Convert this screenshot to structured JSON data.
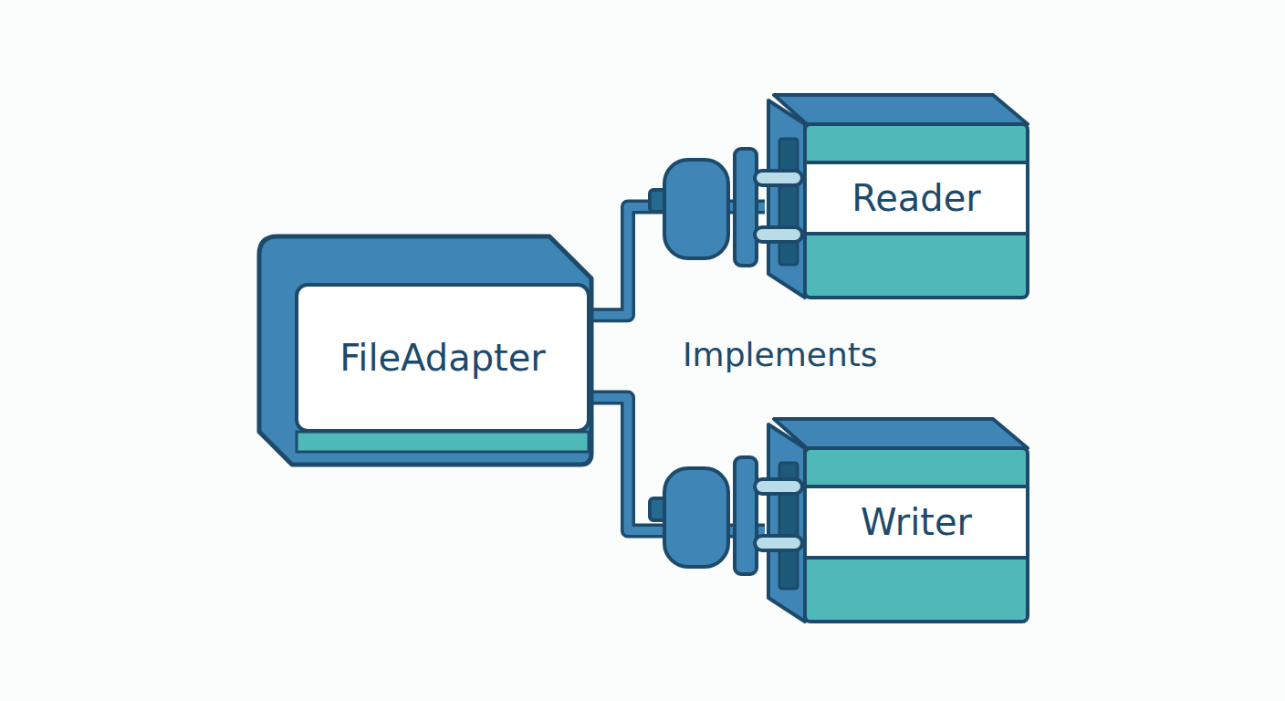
{
  "diagram": {
    "nodes": [
      {
        "text": [
          "FileAdapter"
        ]
      },
      {
        "text": [
          "Reader"
        ]
      },
      {
        "text": [
          "Writer"
        ]
      }
    ],
    "edges": [
      {
        "from": 0,
        "to": 1,
        "arrow": "none"
      },
      {
        "from": 0,
        "to": 2,
        "arrow": "none"
      }
    ],
    "labels": [
      "Implements"
    ]
  }
}
